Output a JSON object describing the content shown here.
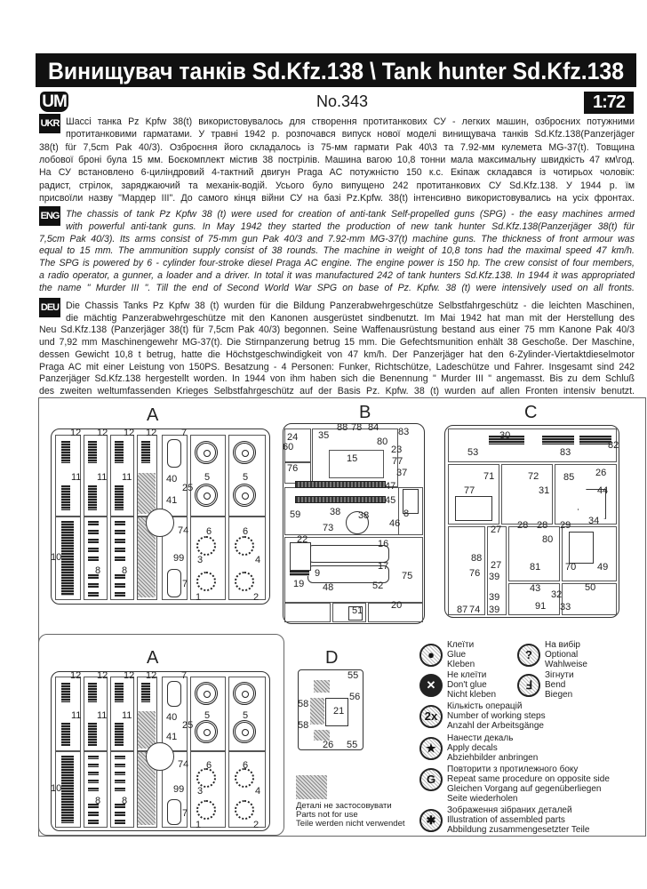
{
  "header": {
    "title": "Винищувач танків  Sd.Kfz.138 \\ Tank hunter Sd.Kfz.138",
    "logo": "UM",
    "kit_number": "No.343",
    "scale": "1:72"
  },
  "paragraphs": [
    {
      "lang": "UKR",
      "lines": [
        "Шассі танка Pz Kpfw 38(t) використовувалось для створення протитанкових СУ - легких машин, озброєних потужними",
        "протитанковими гарматами. У травні 1942 р. розпочався випуск нової моделі винищувача танків Sd.Kfz.138(Panzerjäger",
        "38(t) für 7,5cm Pak 40/3). Озброєння його складалось із 75-мм гармати Pak 40\\3 та 7.92-мм кулемета MG-37(t). Товщина",
        "лобової броні була 15 мм. Боєкомплект містив 38 пострілів. Машина вагою 10,8 тонни мала максимальну швидкість 47 км\\год.",
        "На СУ встановлено 6-циліндровий 4-тактний двигун Praga AC потужністю 150 к.с. Екіпаж складався із чотирьох чоловік:",
        "радист, стрілок, заряджаючий та механік-водій. Усього було випущено 242 протитанкових СУ  Sd.Kfz.138. У 1944 р. їм",
        "присвоїли назву \"Мардер III\". До самого кінця війни СУ на базі Pz.Kpfw. 38(t) інтенсивно використовувались на усіх фронтах."
      ]
    },
    {
      "lang": "ENG",
      "lines": [
        "The chassis of tank Pz Kpfw 38 (t) were used for creation of anti-tank Self-propelled guns (SPG) - the easy machines armed",
        "with powerful anti-tank guns. In May 1942 they started the production of new tank hunter Sd.Kfz.138(Panzerjäger 38(t) für",
        "7,5cm Pak 40/3). Its arms consist of 75-mm gun Pak 40/3 and 7.92-mm MG-37(t) machine guns. The thickness of front armour  was",
        "equal to 15 mm. The ammunition supply consist  of 38 rounds. The machine in weight of 10,8 tons had the maximal  speed 47 km/h.",
        "The SPG is powered by 6 - cylinder four-stroke diesel  Praga AC engine. The engine power is 150 hp. The  crew consist of four members,",
        "a radio operator, a gunner, a loader and a driver. In total it was manufactured 242 of tank hunters Sd.Kfz.138. In 1944 it was appropriated",
        "the name \" Murder III \". Till the end of Second World War SPG on base of Pz. Kpfw. 38 (t) were intensively used on all fronts."
      ]
    },
    {
      "lang": "DEU",
      "lines": [
        "Die Chassis Tanks Pz Kpfw 38 (t) wurden für die Bildung Panzerabwehrgeschütze Selbstfahrgeschütz - die leichten Maschinen,",
        "die mächtig Panzerabwehrgeschütze mit den Kanonen ausgerüstet sindbenutzt.  Im Mai 1942 hat man mit der Herstellung des",
        "Neu Sd.Kfz.138 (Panzerjäger 38(t) für 7,5cm Pak 40/3) begonnen. Seine Waffenausrüstung bestand aus einer 75 mm Kanone Pak 40/3",
        "und 7,92 mm Maschinengewehr MG-37(t). Die Stirnpanzerung betrug 15 mm. Die Gefechtsmunition enhält 38 Geschoße. Der Maschine,",
        "dessen Gewicht 10,8 t betrug,  hatte  die  Höchstgeschwindigkeit von 47 km/h. Der Panzerjäger hat den 6-Zylinder-Viertaktdieselmotor",
        "Praga AC mit einer Leistung von 150PS. Besatzung - 4 Personen: Funker, Richtschütze, Ladeschütze und Fahrer. Insgesamt sind  242",
        "Panzerjäger Sd.Kfz.138   hergestellt worden. In 1944 von ihm haben sich die Benennung \" Murder III \" angemasst. Bis zu dem Schluß",
        "des zweiten weltumfassenden Krieges Selbstfahrgeschütz auf der Basis Pz. Kpfw. 38 (t) wurden auf allen Fronten intensiv benutzt."
      ]
    }
  ],
  "sprues": {
    "A": {
      "letter": "A",
      "labels": [
        "12",
        "12",
        "12",
        "12",
        "11",
        "11",
        "11",
        "10",
        "8",
        "8",
        "7",
        "40",
        "25",
        "41",
        "74",
        "99",
        "7",
        "5",
        "5",
        "6",
        "6",
        "3",
        "4",
        "1",
        "2"
      ]
    },
    "B": {
      "letter": "B",
      "labels": [
        "24",
        "60",
        "76",
        "35",
        "88",
        "78",
        "84",
        "80",
        "83",
        "23",
        "15",
        "77",
        "37",
        "47",
        "45",
        "8",
        "59",
        "38",
        "38",
        "46",
        "73",
        "22",
        "16",
        "17",
        "9",
        "75",
        "19",
        "48",
        "51",
        "52",
        "20"
      ]
    },
    "C": {
      "letter": "C",
      "labels": [
        "53",
        "30",
        "83",
        "82",
        "71",
        "72",
        "26",
        "85",
        "77",
        "31",
        "44",
        "28",
        "28",
        "29",
        "34",
        "27",
        "80",
        "27",
        "88",
        "76",
        "81",
        "70",
        "49",
        "39",
        "39",
        "39",
        "43",
        "32",
        "50",
        "91",
        "33",
        "87",
        "74"
      ]
    },
    "D": {
      "letter": "D",
      "labels": [
        "55",
        "56",
        "58",
        "21",
        "58",
        "26",
        "55"
      ]
    }
  },
  "unused_parts": [
    "Деталі не застосовувати",
    "Parts not for use",
    "Teile werden nicht verwendet"
  ],
  "legend": [
    {
      "icon": "glue-drop-icon",
      "symbol": "●",
      "lines": [
        "Клеїти",
        "Glue",
        "Kleben"
      ]
    },
    {
      "icon": "optional-question-icon",
      "symbol": "?",
      "lines": [
        "На вибір",
        "Optional",
        "Wahlweise"
      ]
    },
    {
      "icon": "dont-glue-icon",
      "symbol": "✕",
      "lines": [
        "Не клеїти",
        "Don't glue",
        "Nicht kleben"
      ]
    },
    {
      "icon": "bend-icon",
      "symbol": "Ⅎ",
      "lines": [
        "Зігнути",
        "Bend",
        "Biegen"
      ]
    },
    {
      "icon": "repeat-count-icon",
      "symbol": "2x",
      "lines": [
        "Кількість операцій",
        "Number of working steps",
        "Anzahl der Arbeitsgänge"
      ]
    },
    {
      "icon": "decal-star-icon",
      "symbol": "★",
      "lines": [
        "Нанести декаль",
        "Apply decals",
        "Abziehbilder anbringen"
      ]
    },
    {
      "icon": "opposite-side-icon",
      "symbol": "G",
      "lines": [
        "Повторити з протилежного боку",
        "Repeat same procedure on opposite side",
        "Gleichen Vorgang auf gegenüberliegen",
        "Seite wiederholen"
      ]
    },
    {
      "icon": "assembled-parts-icon",
      "symbol": "✱",
      "lines": [
        "Зображення зібраних деталей",
        "Illustration of assembled parts",
        "Abbildung zusammengesetzter Teile"
      ]
    }
  ]
}
